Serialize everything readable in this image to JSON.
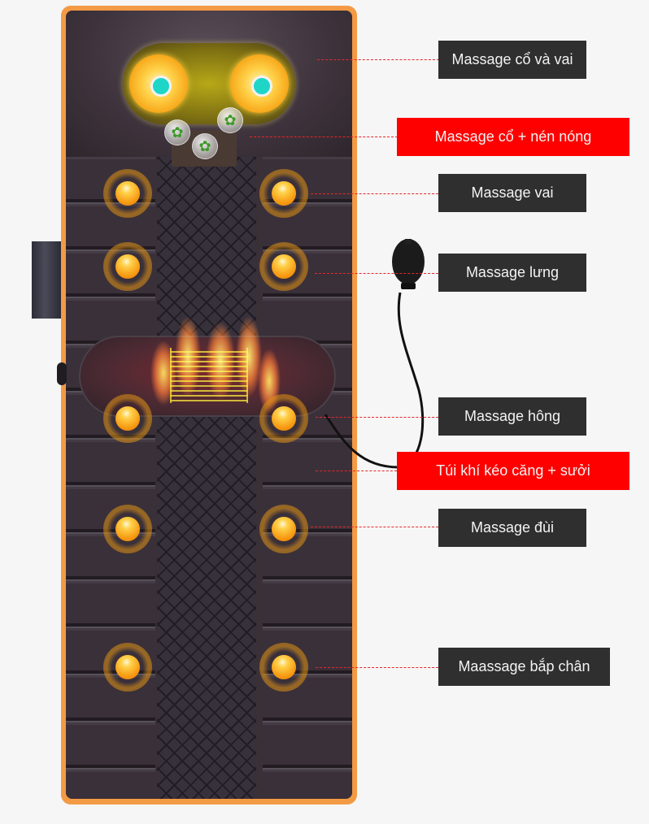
{
  "product": {
    "frame_color": "#f39a45",
    "body_color": "#3a3038",
    "node_color": "#f79a12",
    "herb_icon": "leaf-icon",
    "roller_accent": "#1ed6c8"
  },
  "labels": [
    {
      "id": "neck-shoulder",
      "text": "Massage cổ và vai",
      "style": "dark",
      "color": "#2f2f2f"
    },
    {
      "id": "neck-heat",
      "text": "Massage cổ + nén nóng",
      "style": "red",
      "color": "#ff0000"
    },
    {
      "id": "shoulder",
      "text": "Massage vai",
      "style": "dark",
      "color": "#2f2f2f"
    },
    {
      "id": "back",
      "text": "Massage lưng",
      "style": "dark",
      "color": "#2f2f2f"
    },
    {
      "id": "hip",
      "text": "Massage hông",
      "style": "dark",
      "color": "#2f2f2f"
    },
    {
      "id": "airbag",
      "text": "Túi khí kéo căng + sưởi",
      "style": "red",
      "color": "#ff0000"
    },
    {
      "id": "thigh",
      "text": "Massage đùi",
      "style": "dark",
      "color": "#2f2f2f"
    },
    {
      "id": "calf",
      "text": "Maassage bắp chân",
      "style": "dark",
      "color": "#2f2f2f"
    }
  ],
  "leader_color": "#e8262a"
}
